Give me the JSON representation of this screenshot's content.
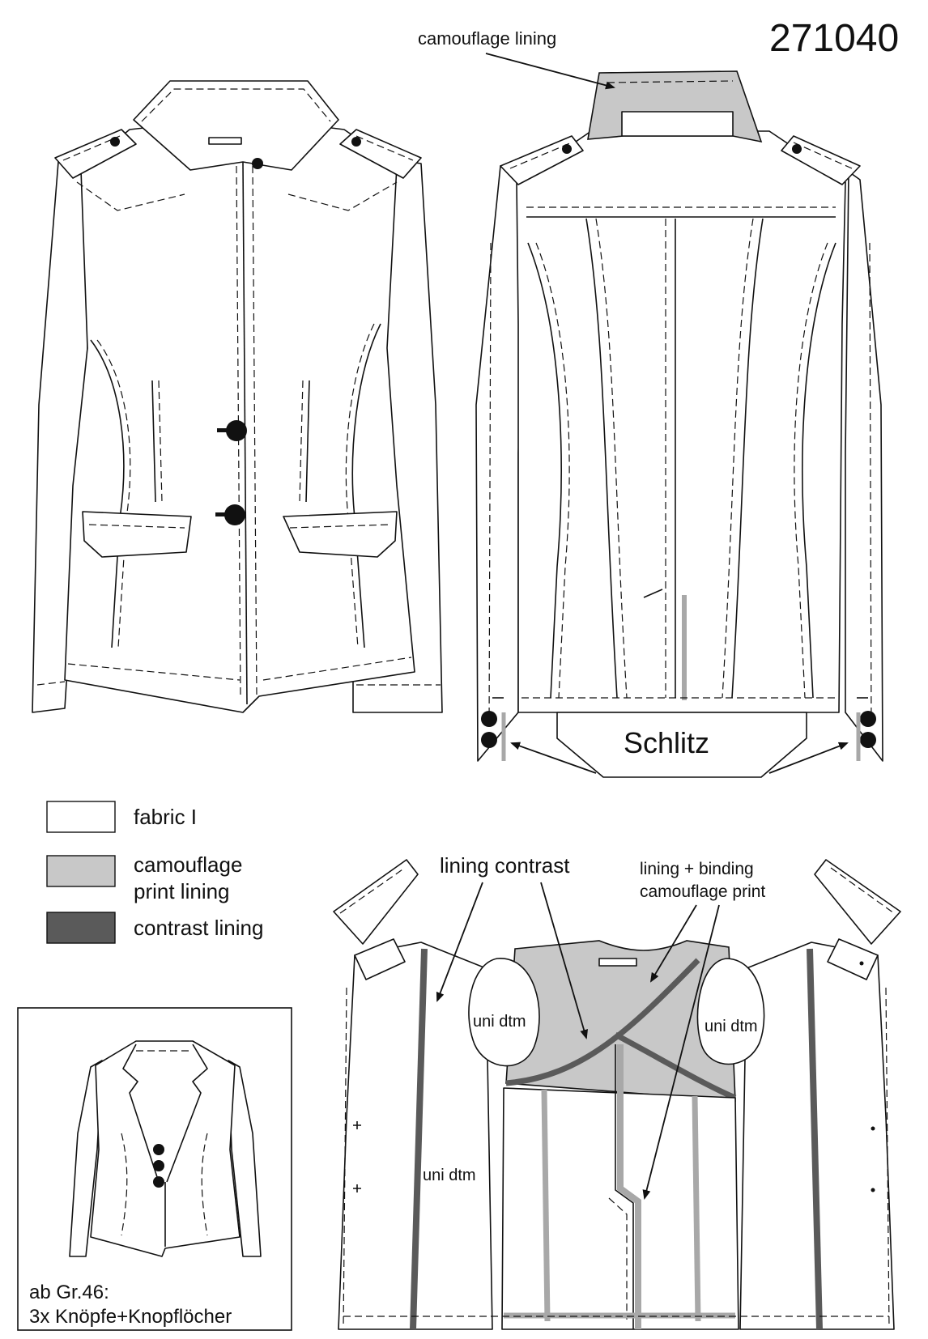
{
  "style_number": "271040",
  "colors": {
    "fabric": "#ffffff",
    "camouflage_print_lining": "#c8c8c8",
    "contrast_lining": "#5a5a5a",
    "outline": "#111111"
  },
  "callouts": {
    "camouflage_lining": "camouflage lining",
    "schlitz": "Schlitz",
    "lining_contrast": "lining contrast",
    "lining_binding_line1": "lining + binding",
    "lining_binding_line2": "camouflage print",
    "uni_dtm": "uni dtm"
  },
  "legend": [
    {
      "label_lines": [
        "fabric I"
      ],
      "swatch": "fabric"
    },
    {
      "label_lines": [
        "camouflage",
        "print lining"
      ],
      "swatch": "camouflage_print_lining"
    },
    {
      "label_lines": [
        "contrast lining"
      ],
      "swatch": "contrast_lining"
    }
  ],
  "inset_note": {
    "line1": "ab Gr.46:",
    "line2": "3x Knöpfe+Knopflöcher"
  }
}
